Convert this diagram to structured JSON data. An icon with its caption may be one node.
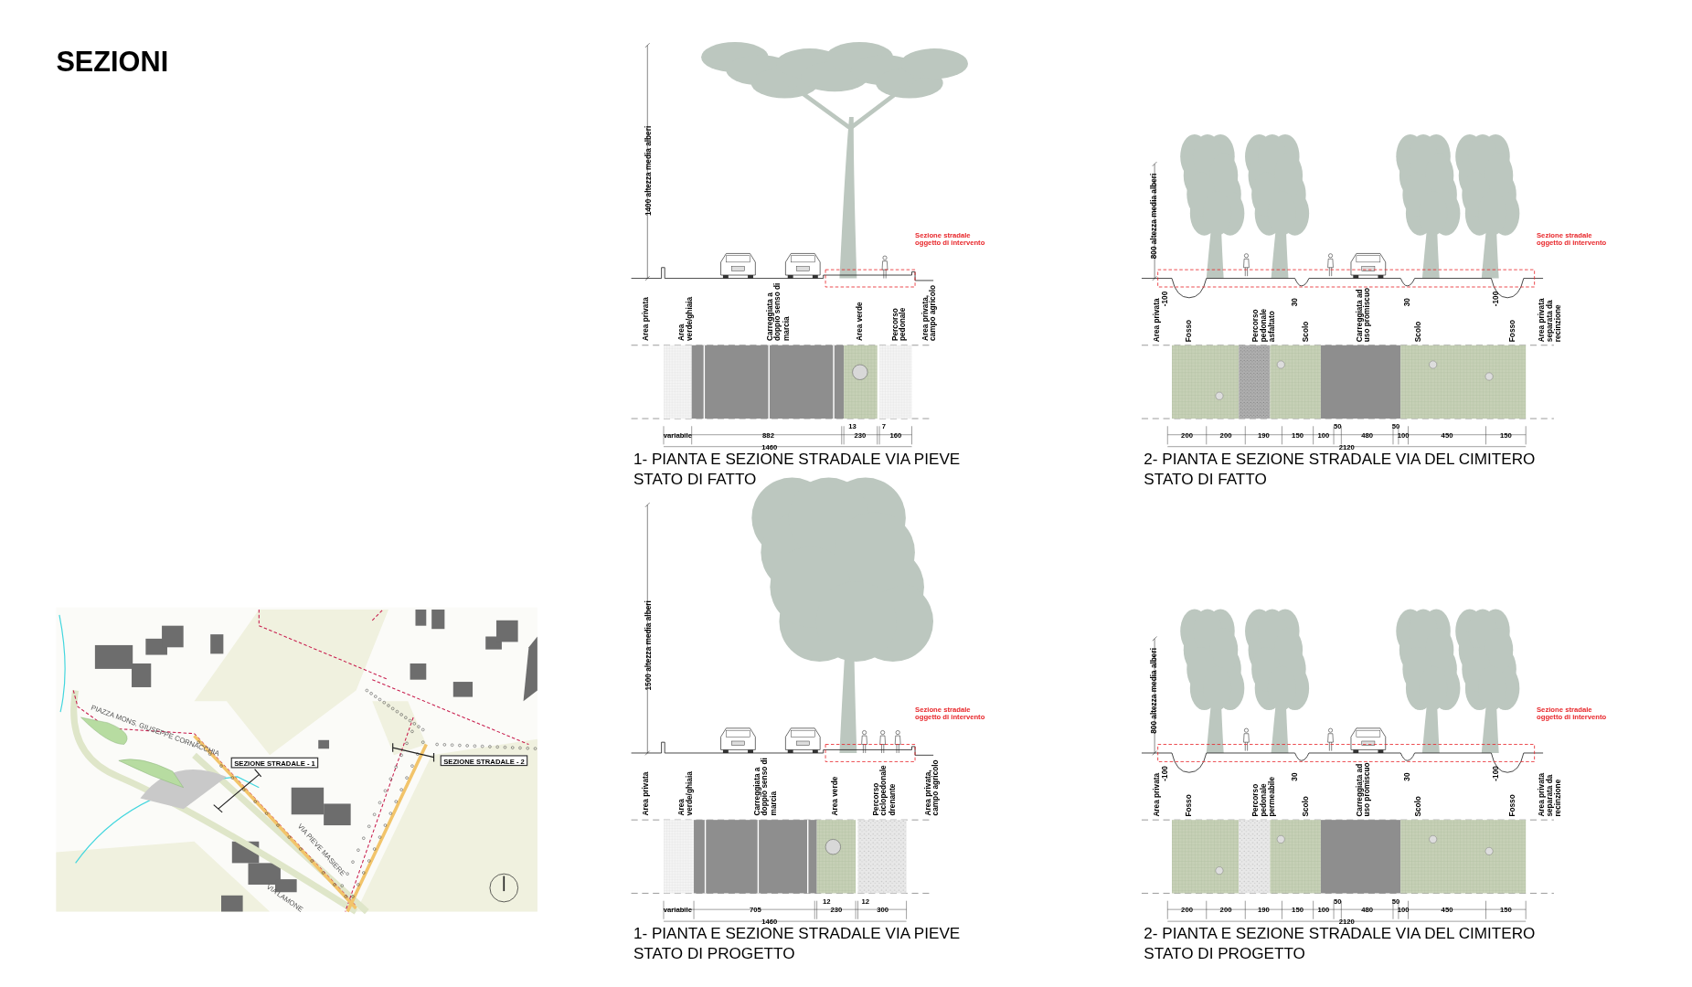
{
  "diagram": {
    "title": "SEZIONI",
    "labels": [
      "1400 altezza media alberi",
      "Sezione stradale oggetto di intervento",
      "Area privata",
      "Area verde/ghiaia",
      "Carreggiata a doppio senso di marcia",
      "Area verde",
      "Percorso pedonale",
      "Area privata, campo agricolo",
      "variabile",
      "882",
      "13",
      "230",
      "7",
      "160",
      "1460",
      "1- PIANTA E SEZIONE STRADALE VIA PIEVE",
      "STATO DI FATTO",
      "800 altezza media alberi",
      "Sezione stradale oggetto di intervento",
      "-100",
      "30",
      "30",
      "-100",
      "Area privata",
      "Fosso",
      "Percorso pedonale asfaltato",
      "Scolo",
      "Carreggiata ad uso promiscuo",
      "Scolo",
      "Fosso",
      "Area privata separata da recinzione",
      "200",
      "200",
      "190",
      "150",
      "100",
      "50",
      "480",
      "50",
      "100",
      "450",
      "150",
      "2120",
      "2- PIANTA E SEZIONE STRADALE VIA DEL CIMITERO",
      "STATO DI FATTO",
      "1500 altezza media alberi",
      "Sezione stradale oggetto di intervento",
      "Area privata",
      "Area verde/ghiaia",
      "Carreggiata a doppio senso di marcia",
      "Area verde",
      "Percorso ciclopedonale drenante",
      "Area privata, campo agricolo",
      "variabile",
      "705",
      "12",
      "230",
      "12",
      "300",
      "1460",
      "1- PIANTA E SEZIONE STRADALE VIA PIEVE",
      "STATO DI PROGETTO",
      "800 altezza media alberi",
      "Sezione stradale oggetto di intervento",
      "-100",
      "30",
      "30",
      "-100",
      "Area privata",
      "Fosso",
      "Percorso pedonale permeabile",
      "Scolo",
      "Carreggiata ad uso promiscuo",
      "Scolo",
      "Fosso",
      "Area privata separata da recinzione",
      "200",
      "200",
      "190",
      "150",
      "100",
      "50",
      "480",
      "50",
      "100",
      "450",
      "150",
      "2120",
      "2- PIANTA E SEZIONE STRADALE VIA DEL CIMITERO",
      "STATO DI PROGETTO",
      "PIAZZA MONS. GIUSEPPE CORNACCHIA",
      "SEZIONE STRADALE - 1",
      "SEZIONE STRADALE - 2",
      "VIA PIEVE MASIERE",
      "VIA LAMONE"
    ]
  }
}
